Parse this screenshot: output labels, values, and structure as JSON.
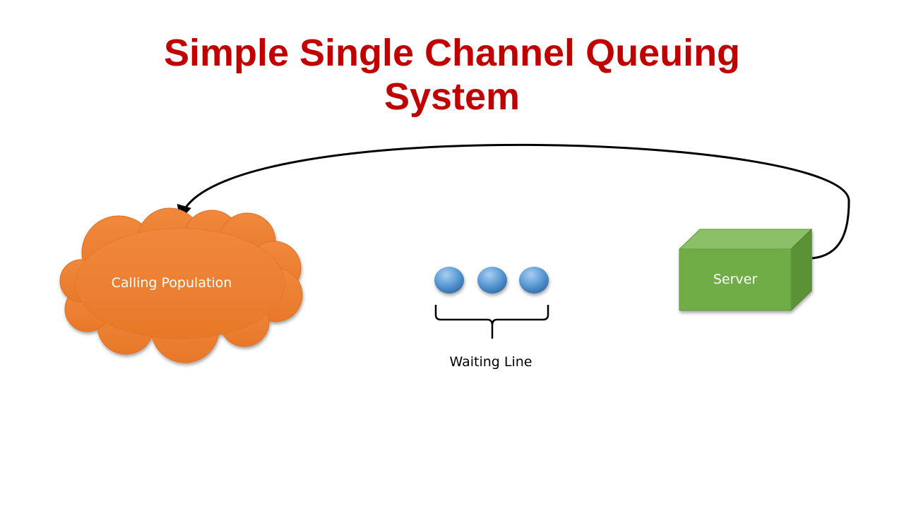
{
  "title": {
    "line1": "Simple Single Channel Queuing",
    "line2": "System"
  },
  "diagram": {
    "calling_population": {
      "label": "Calling Population",
      "shape": "cloud",
      "color": "#ED7D31"
    },
    "waiting_line": {
      "label": "Waiting Line",
      "customer_count": 3,
      "customer_color": "#5B9BD5"
    },
    "server": {
      "label": "Server",
      "shape": "cube",
      "color": "#70AD47"
    },
    "flow": {
      "from": "server",
      "to": "calling_population",
      "style": "curved-arrow"
    }
  },
  "colors": {
    "title": "#C00000",
    "connector": "#000000"
  }
}
